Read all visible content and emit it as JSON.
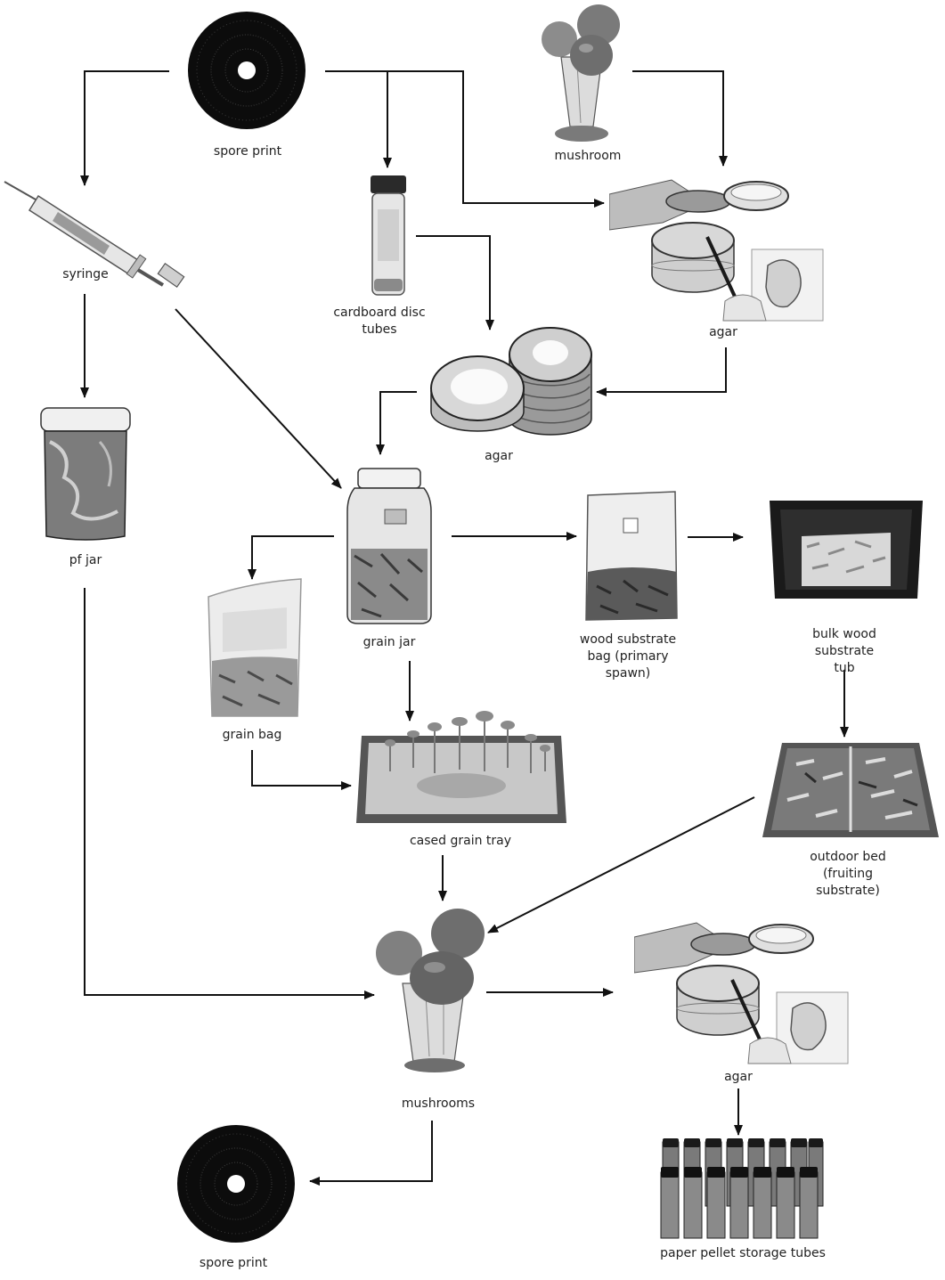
{
  "colors": {
    "line": "#111111",
    "label": "#222222",
    "print": "#0c0c0c",
    "cap": "#6e6e6e",
    "stem": "#dcdcdc",
    "glass": "#e6e6e6",
    "grain": "#8a8a8a",
    "agar": "#d8d8d8",
    "mycelium": "#fafafa",
    "tub": "#1a1a1a",
    "tray": "#555555"
  },
  "nodes": {
    "spore_print_top": {
      "label": "spore print",
      "icon": "spore-print-icon"
    },
    "mushroom_top": {
      "label": "mushroom",
      "icon": "mushroom-icon"
    },
    "syringe": {
      "label": "syringe",
      "icon": "syringe-icon"
    },
    "cardboard_tubes": {
      "label": "cardboard disc\ntubes",
      "icon": "tube-icon"
    },
    "agar_top": {
      "label": "agar",
      "icon": "agar-inoculation-icon"
    },
    "agar_plates": {
      "label": "agar",
      "icon": "petri-dish-stack-icon"
    },
    "pf_jar": {
      "label": "pf jar",
      "icon": "pf-jar-icon"
    },
    "grain_jar": {
      "label": "grain jar",
      "icon": "grain-jar-icon"
    },
    "wood_bag": {
      "label": "wood substrate\nbag (primary\nspawn)",
      "icon": "spawn-bag-icon"
    },
    "bulk_tub": {
      "label": "bulk wood substrate\ntub",
      "icon": "tub-icon"
    },
    "grain_bag": {
      "label": "grain bag",
      "icon": "grain-bag-icon"
    },
    "cased_tray": {
      "label": "cased grain tray",
      "icon": "fruiting-tray-icon"
    },
    "outdoor_bed": {
      "label": "outdoor bed\n(fruiting substrate)",
      "icon": "outdoor-bed-icon"
    },
    "mushrooms": {
      "label": "mushrooms",
      "icon": "mushroom-cluster-icon"
    },
    "agar_bottom": {
      "label": "agar",
      "icon": "agar-inoculation-icon"
    },
    "storage_tubes": {
      "label": "paper pellet storage tubes",
      "icon": "storage-tubes-icon"
    },
    "spore_print_bottom": {
      "label": "spore print",
      "icon": "spore-print-icon"
    }
  },
  "edges": [
    {
      "from": "spore_print_top",
      "to": "syringe"
    },
    {
      "from": "spore_print_top",
      "to": "cardboard_tubes"
    },
    {
      "from": "spore_print_top",
      "to": "agar_top"
    },
    {
      "from": "mushroom_top",
      "to": "agar_top"
    },
    {
      "from": "cardboard_tubes",
      "to": "agar_plates"
    },
    {
      "from": "agar_top",
      "to": "agar_plates"
    },
    {
      "from": "syringe",
      "to": "pf_jar"
    },
    {
      "from": "syringe",
      "to": "grain_jar"
    },
    {
      "from": "agar_plates",
      "to": "grain_jar"
    },
    {
      "from": "grain_jar",
      "to": "grain_bag"
    },
    {
      "from": "grain_jar",
      "to": "wood_bag"
    },
    {
      "from": "wood_bag",
      "to": "bulk_tub"
    },
    {
      "from": "grain_jar",
      "to": "cased_tray"
    },
    {
      "from": "grain_bag",
      "to": "cased_tray"
    },
    {
      "from": "bulk_tub",
      "to": "outdoor_bed"
    },
    {
      "from": "cased_tray",
      "to": "mushrooms"
    },
    {
      "from": "outdoor_bed",
      "to": "mushrooms"
    },
    {
      "from": "pf_jar",
      "to": "mushrooms"
    },
    {
      "from": "mushrooms",
      "to": "agar_bottom"
    },
    {
      "from": "agar_bottom",
      "to": "storage_tubes"
    },
    {
      "from": "mushrooms",
      "to": "spore_print_bottom"
    }
  ]
}
